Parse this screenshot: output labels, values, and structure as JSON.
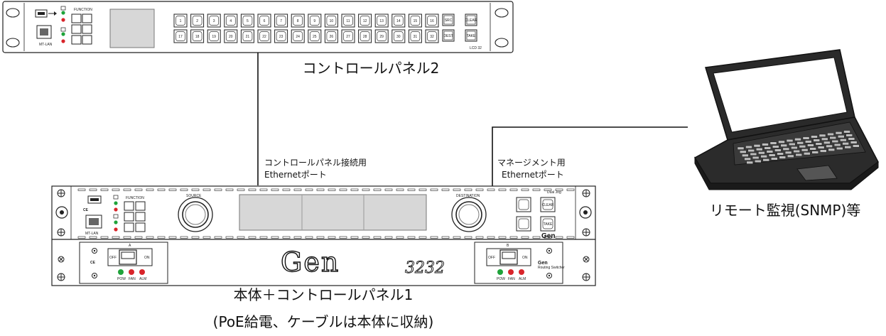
{
  "panel2": {
    "caption": "コントロールパネル2",
    "port_label": "MT-LAN",
    "function_label": "FUNCTION",
    "keys_top": [
      "1",
      "2",
      "3",
      "4",
      "5",
      "6",
      "7",
      "8",
      "9",
      "10",
      "11",
      "12",
      "13",
      "14",
      "15",
      "16"
    ],
    "keys_bottom": [
      "17",
      "18",
      "19",
      "20",
      "21",
      "22",
      "23",
      "24",
      "25",
      "26",
      "27",
      "28",
      "29",
      "30",
      "31",
      "32"
    ],
    "key_src": "SRC",
    "key_dest": "DEST",
    "key_clear": "CLEAR",
    "key_take": "TAKE",
    "model": "LCD 32"
  },
  "main_unit": {
    "caption_line1": "本体＋コントロールパネル1",
    "caption_line2": "(PoE給電、ケーブルは本体に収納)",
    "source_label": "SOURCE",
    "destination_label": "DESTINATION",
    "dual_label": "Dual Jog",
    "function_label": "FUNCTION",
    "port_label": "MT-LAN",
    "key_clear": "CLEAR",
    "key_take": "TAKE",
    "brand": "Gen",
    "model": "3232",
    "psu_a": "A",
    "psu_b": "B",
    "off": "OFF",
    "on": "ON",
    "pow": "POW",
    "fan": "FAN",
    "alm": "ALM",
    "routing_label": "Routing Switcher"
  },
  "connections": {
    "panel_port_line1": "コントロールパネル接続用",
    "panel_port_line2": "Ethernetポート",
    "mgmt_port_line1": "マネージメント用",
    "mgmt_port_line2": "Ethernetポート"
  },
  "laptop": {
    "caption": "リモート監視(SNMP)等"
  },
  "colors": {
    "led_green": "#1fa33a",
    "led_red": "#d8242a",
    "line": "#111111"
  }
}
